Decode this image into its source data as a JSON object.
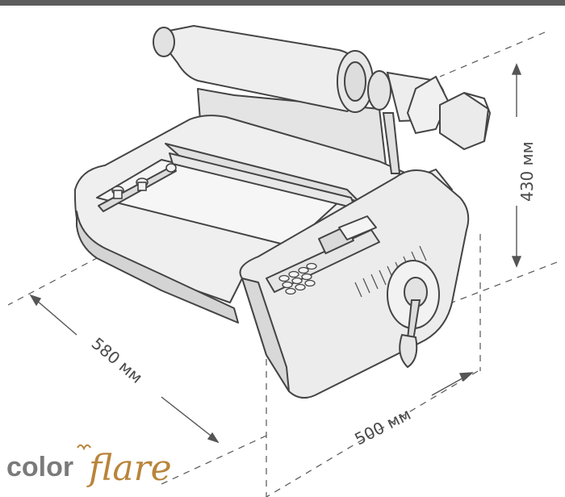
{
  "dimensions": {
    "height": "430 мм",
    "depth": "580 мм",
    "width": "500 мм"
  },
  "brand": {
    "part1": "color",
    "part2": "flare"
  },
  "colors": {
    "outline": "#444444",
    "body_fill": "#f0f0f0",
    "body_dark": "#d9d9d9",
    "accent": "#b9843a",
    "topbar": "#5d5d5d"
  }
}
